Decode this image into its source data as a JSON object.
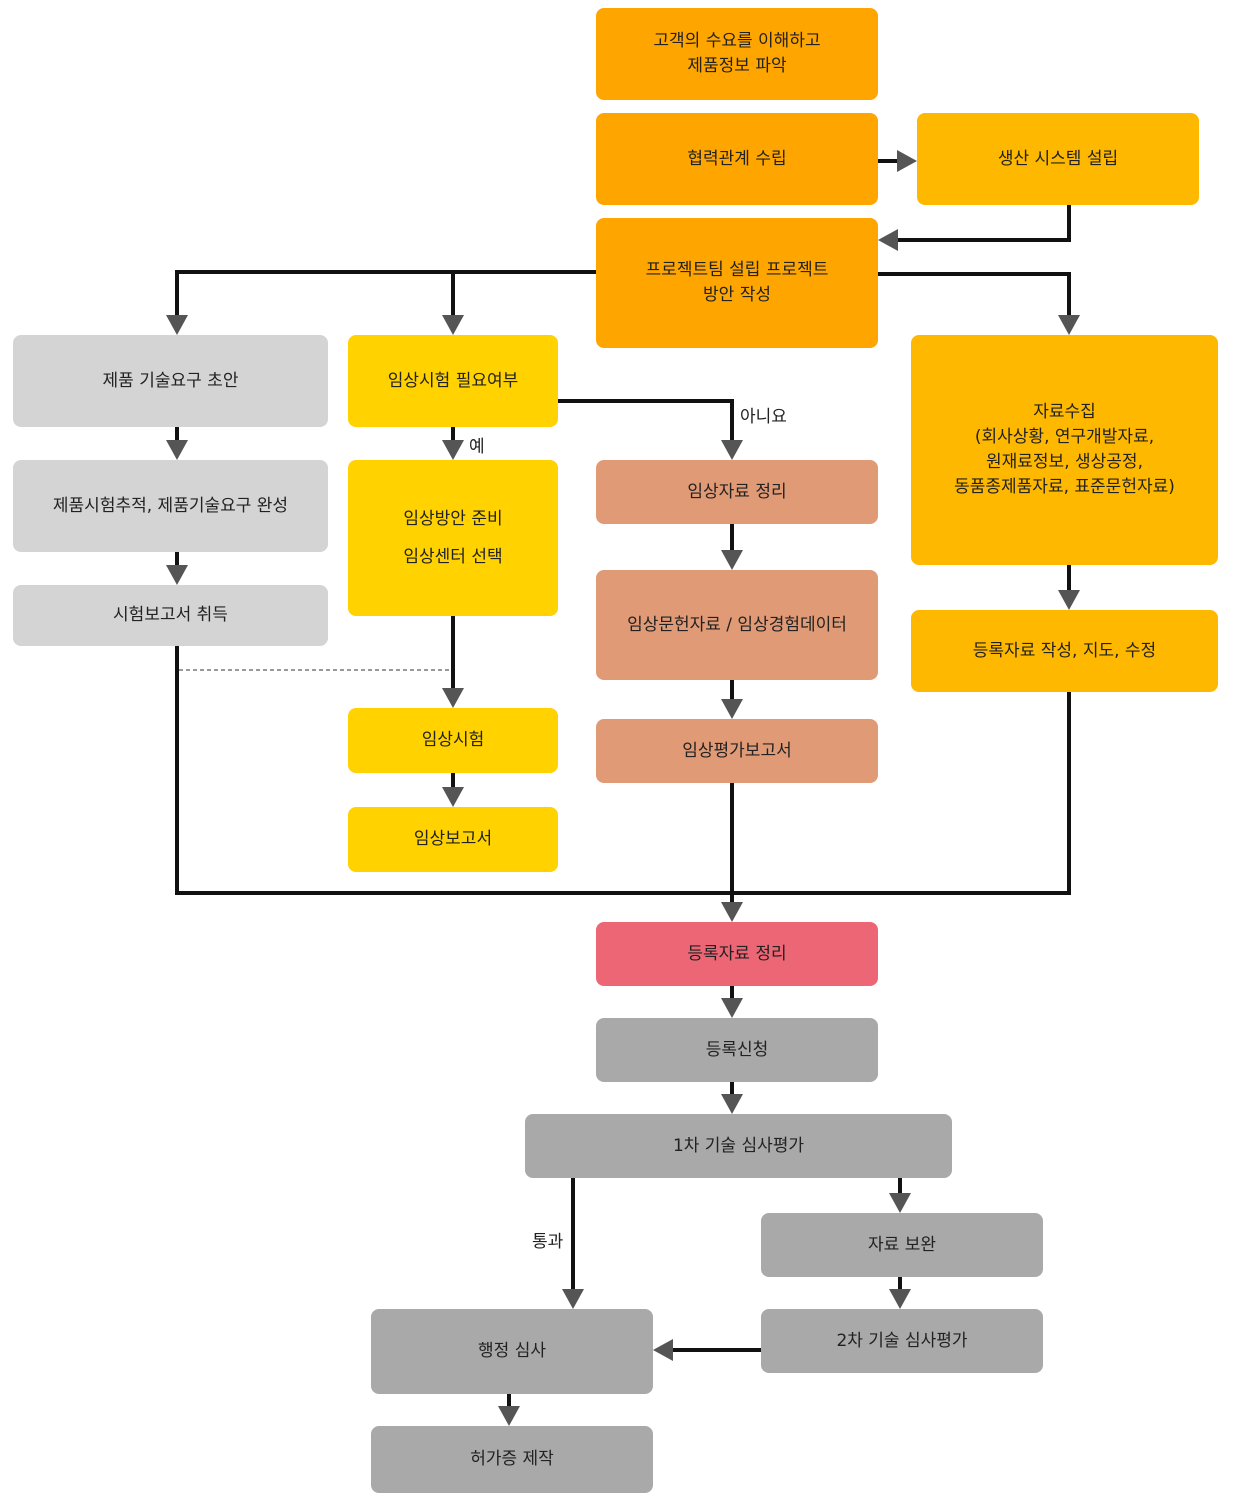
{
  "nodes": {
    "understand_needs": {
      "line1": "고객의 수요를 이해하고",
      "line2": "제품정보 파악"
    },
    "partnership": "협력관계 수립",
    "production_system": "생산 시스템 설립",
    "project_team": {
      "line1": "프로젝트팀 설립 프로젝트",
      "line2": "방안 작성"
    },
    "tech_req_draft": "제품 기술요구 초안",
    "clinical_needed": "임상시험 필요여부",
    "data_collection": {
      "line1": "자료수집",
      "line2": "(회사상황, 연구개발자료,",
      "line3": "원재료정보, 생상공정,",
      "line4": "동품종제품자료, 표준문헌자료)"
    },
    "product_test": "제품시험추적, 제품기술요구 완성",
    "clinical_plan": {
      "line1": "임상방안 준비",
      "line2": "임상센터 선택"
    },
    "clinical_data_org": "임상자료 정리",
    "test_report": "시험보고서 취득",
    "clinical_literature": "임상문헌자료 / 임상경험데이터",
    "reg_doc_write": "등록자료 작성, 지도, 수정",
    "clinical_trial": "임상시험",
    "clinical_eval_report": "임상평가보고서",
    "clinical_report": "임상보고서",
    "reg_data_org": "등록자료 정리",
    "reg_apply": "등록신청",
    "first_review": "1차 기술 심사평가",
    "supplement": "자료 보완",
    "second_review": "2차 기술 심사평가",
    "admin_review": "행정 심사",
    "license": "허가증 제작"
  },
  "edge_labels": {
    "no": "아니요",
    "yes": "예",
    "pass": "통과"
  },
  "colors": {
    "orange": "#FFA500",
    "amber": "#FFB800",
    "yellow": "#FFD200",
    "light_gray": "#D4D4D4",
    "salmon": "#E09A75",
    "pink": "#EC6675",
    "dark_gray": "#A9A9A9",
    "line": "#111111",
    "arrow": "#555555"
  }
}
